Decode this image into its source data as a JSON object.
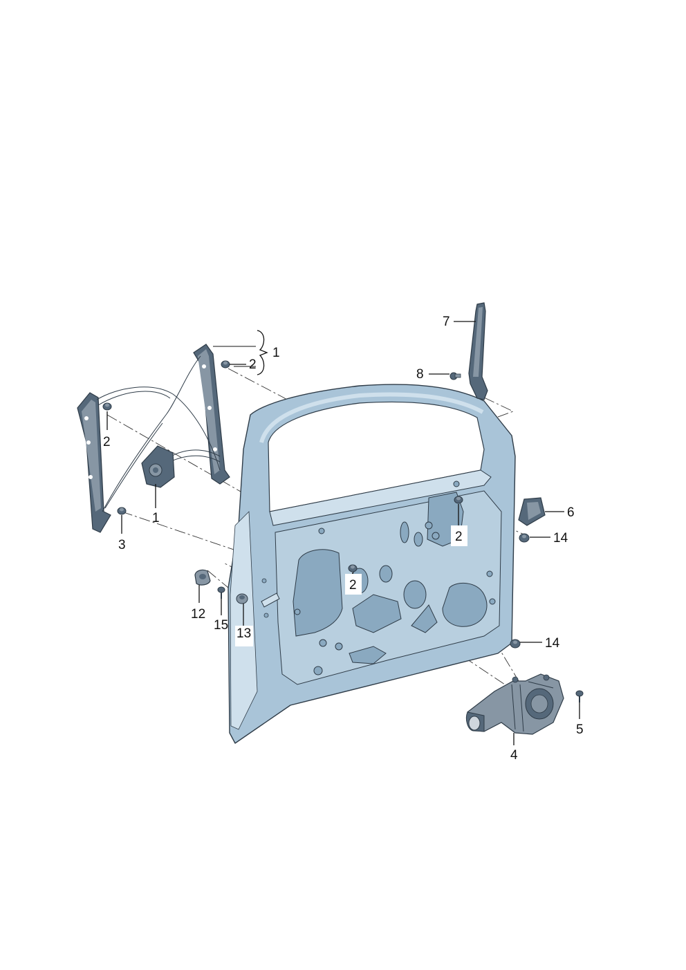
{
  "colors": {
    "panel": "#a9c4d8",
    "panel_light": "#cfe0ec",
    "panel_dark": "#7e9db5",
    "hole": "#8aa9c0",
    "part_dark": "#55687a",
    "part_mid": "#8796a4",
    "line": "#111111"
  },
  "callouts": [
    {
      "id": "c1a",
      "label": "1"
    },
    {
      "id": "c2a",
      "label": "2"
    },
    {
      "id": "c2b",
      "label": "2"
    },
    {
      "id": "c1b",
      "label": "1"
    },
    {
      "id": "c3",
      "label": "3"
    },
    {
      "id": "c7",
      "label": "7"
    },
    {
      "id": "c8",
      "label": "8"
    },
    {
      "id": "c6",
      "label": "6"
    },
    {
      "id": "c14a",
      "label": "14"
    },
    {
      "id": "c2c",
      "label": "2"
    },
    {
      "id": "c2d",
      "label": "2"
    },
    {
      "id": "c12",
      "label": "12"
    },
    {
      "id": "c15",
      "label": "15"
    },
    {
      "id": "c13",
      "label": "13"
    },
    {
      "id": "c14b",
      "label": "14"
    },
    {
      "id": "c5",
      "label": "5"
    },
    {
      "id": "c4",
      "label": "4"
    }
  ]
}
